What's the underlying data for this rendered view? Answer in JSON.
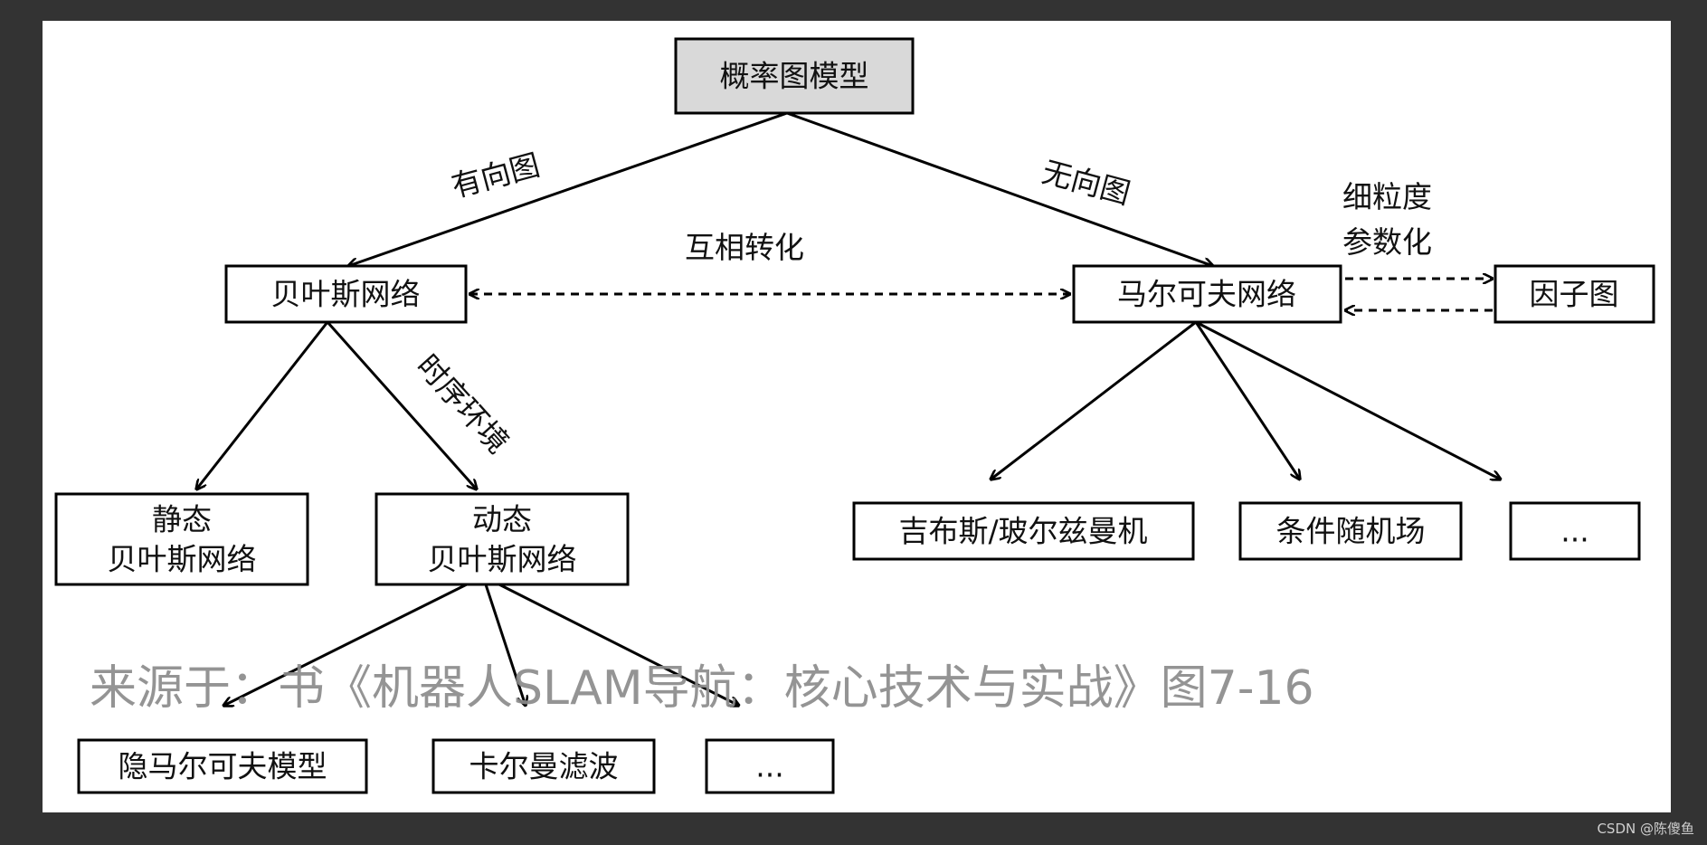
{
  "nodes": {
    "root": "概率图模型",
    "bayes": "贝叶斯网络",
    "markov": "马尔可夫网络",
    "factor": "因子图",
    "static_bayes": [
      "静态",
      "贝叶斯网络"
    ],
    "dynamic_bayes": [
      "动态",
      "贝叶斯网络"
    ],
    "gibbs": "吉布斯/玻尔兹曼机",
    "crf": "条件随机场",
    "markov_more": "...",
    "hmm": "隐马尔可夫模型",
    "kalman": "卡尔曼滤波",
    "dynamic_more": "..."
  },
  "edge_labels": {
    "directed": "有向图",
    "undirected": "无向图",
    "mutual": "互相转化",
    "fine_grained": [
      "细粒度",
      "参数化"
    ],
    "temporal": "时序环境"
  },
  "watermark": "来源于：书《机器人SLAM导航：核心技术与实战》图7-16",
  "credit": "CSDN @陈傻鱼"
}
